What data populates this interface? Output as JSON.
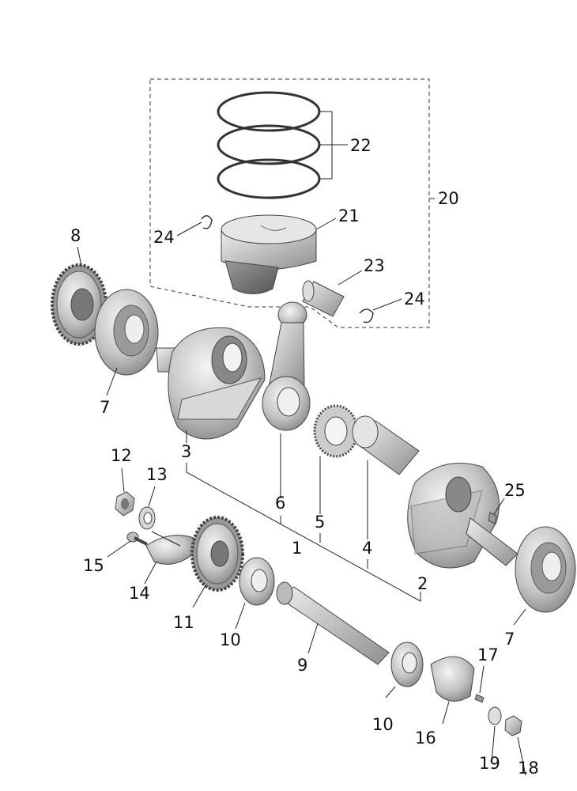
{
  "diagram": {
    "labels": {
      "l1": "1",
      "l2": "2",
      "l3": "3",
      "l4": "4",
      "l5": "5",
      "l6": "6",
      "l7a": "7",
      "l7b": "7",
      "l8": "8",
      "l9": "9",
      "l10a": "10",
      "l10b": "10",
      "l11": "11",
      "l12": "12",
      "l13": "13",
      "l14": "14",
      "l15": "15",
      "l16": "16",
      "l17": "17",
      "l18": "18",
      "l19": "19",
      "l20": "20",
      "l21": "21",
      "l22": "22",
      "l23": "23",
      "l24a": "24",
      "l24b": "24",
      "l25": "25"
    }
  }
}
